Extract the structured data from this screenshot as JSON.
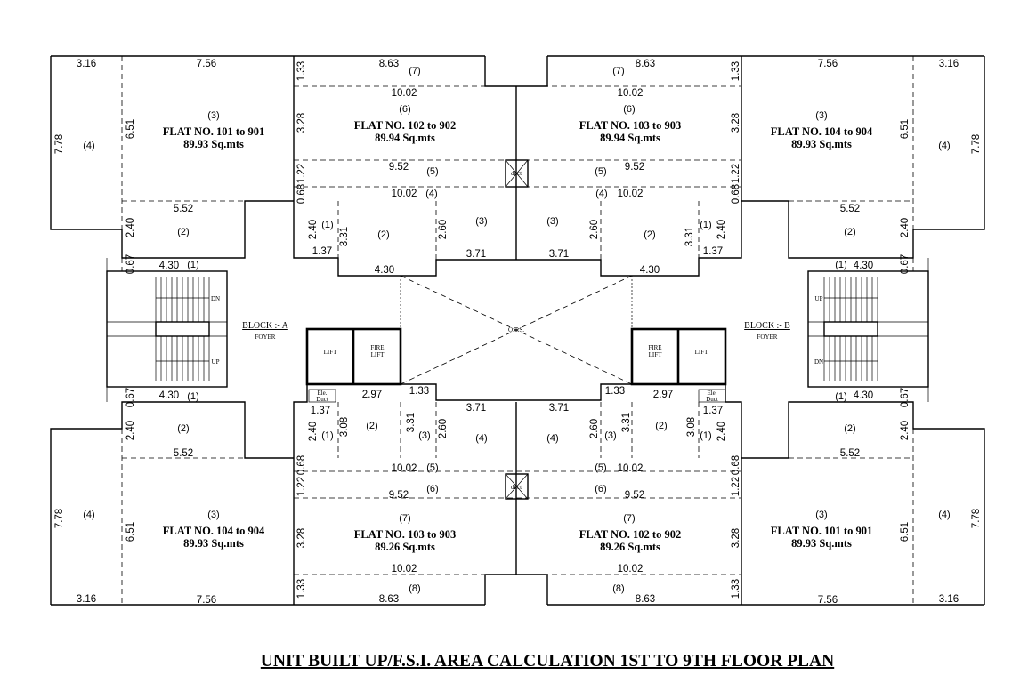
{
  "title": "UNIT BUILT UP/F.S.I. AREA CALCULATION 1ST TO 9TH FLOOR PLAN",
  "flats": {
    "top_left": {
      "name": "FLAT NO. 101 to 901",
      "area": "89.93 Sq.mts"
    },
    "top_cl": {
      "name": "FLAT NO. 102 to 902",
      "area": "89.94 Sq.mts"
    },
    "top_cr": {
      "name": "FLAT NO. 103 to 903",
      "area": "89.94 Sq.mts"
    },
    "top_right": {
      "name": "FLAT NO. 104 to 904",
      "area": "89.93 Sq.mts"
    },
    "bot_left": {
      "name": "FLAT NO. 104 to 904",
      "area": "89.93 Sq.mts"
    },
    "bot_cl": {
      "name": "FLAT NO. 103 to 903",
      "area": "89.26 Sq.mts"
    },
    "bot_cr": {
      "name": "FLAT NO. 102 to 902",
      "area": "89.26 Sq.mts"
    },
    "bot_right": {
      "name": "FLAT NO. 101 to 901",
      "area": "89.93 Sq.mts"
    }
  },
  "blocks": {
    "a": {
      "label": "BLOCK :- A",
      "sub": "FOYER"
    },
    "b": {
      "label": "BLOCK :- B",
      "sub": "FOYER"
    }
  },
  "labels": {
    "lift": "LIFT",
    "fire": "FIRE",
    "lift2": "LIFT",
    "ots": "O.T.S.",
    "duct": "duct",
    "ele": "Ele.",
    "duct2": "Duct",
    "up": "UP",
    "dn": "DN"
  },
  "dims": {
    "d316": "3.16",
    "d756": "7.56",
    "d133": "1.33",
    "d863": "8.63",
    "d1002": "10.02",
    "d328": "3.28",
    "d122": "1.22",
    "d952": "9.52",
    "d068": "0.68",
    "d778": "7.78",
    "d651": "6.51",
    "d552": "5.52",
    "d240": "2.40",
    "d067": "0.67",
    "d430": "4.30",
    "d137": "1.37",
    "d331": "3.31",
    "d260": "2.60",
    "d371": "3.71",
    "d297": "2.97",
    "d308": "3.08"
  },
  "rooms": {
    "r1": "(1)",
    "r2": "(2)",
    "r3": "(3)",
    "r4": "(4)",
    "r5": "(5)",
    "r6": "(6)",
    "r7": "(7)",
    "r8": "(8)"
  }
}
